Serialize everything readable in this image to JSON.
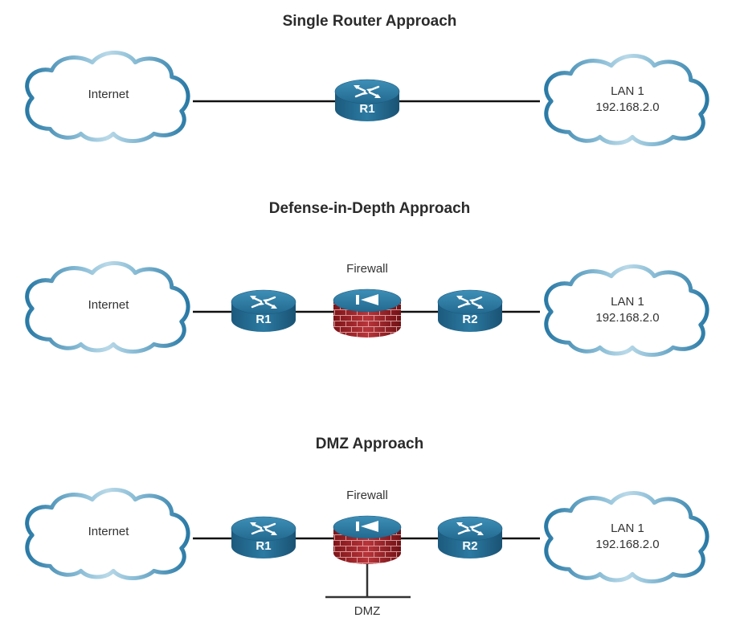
{
  "sections": [
    {
      "title": "Single Router Approach",
      "left_cloud": {
        "lines": [
          "Internet"
        ]
      },
      "devices": [
        {
          "type": "router",
          "label": "R1"
        }
      ],
      "right_cloud": {
        "lines": [
          "LAN 1",
          "192.168.2.0"
        ]
      }
    },
    {
      "title": "Defense-in-Depth Approach",
      "left_cloud": {
        "lines": [
          "Internet"
        ]
      },
      "devices": [
        {
          "type": "router",
          "label": "R1"
        },
        {
          "type": "firewall",
          "label": "Firewall"
        },
        {
          "type": "router",
          "label": "R2"
        }
      ],
      "right_cloud": {
        "lines": [
          "LAN 1",
          "192.168.2.0"
        ]
      }
    },
    {
      "title": "DMZ Approach",
      "left_cloud": {
        "lines": [
          "Internet"
        ]
      },
      "devices": [
        {
          "type": "router",
          "label": "R1"
        },
        {
          "type": "firewall",
          "label": "Firewall"
        },
        {
          "type": "router",
          "label": "R2"
        }
      ],
      "right_cloud": {
        "lines": [
          "LAN 1",
          "192.168.2.0"
        ]
      },
      "dmz_label": "DMZ"
    }
  ],
  "colors": {
    "cloud_stroke_dark": "#2a7aa6",
    "cloud_stroke_light": "#b5d6e6",
    "router_top": "#2e7ea6",
    "router_side": "#1f5f84",
    "firewall_brick": "#a8262b",
    "link": "#111111"
  }
}
